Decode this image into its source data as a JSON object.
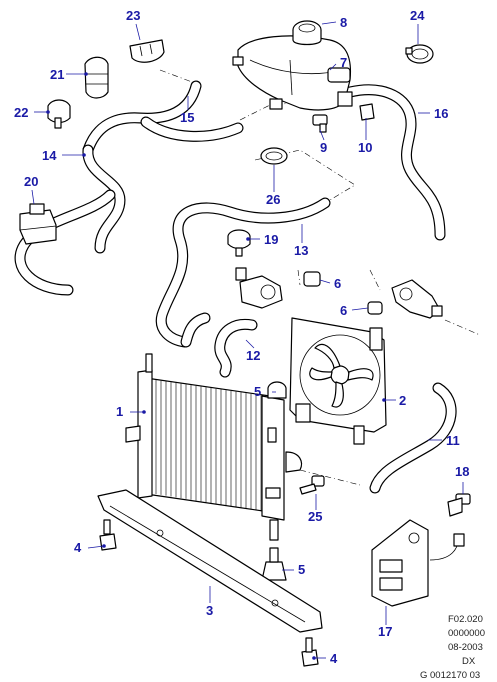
{
  "callouts": {
    "c1": "1",
    "c2": "2",
    "c3": "3",
    "c4a": "4",
    "c4b": "4",
    "c5a": "5",
    "c5b": "5",
    "c6a": "6",
    "c6b": "6",
    "c7": "7",
    "c8": "8",
    "c9": "9",
    "c10": "10",
    "c11": "11",
    "c12": "12",
    "c13": "13",
    "c14": "14",
    "c15": "15",
    "c16": "16",
    "c17": "17",
    "c18": "18",
    "c19": "19",
    "c20": "20",
    "c21": "21",
    "c22": "22",
    "c23": "23",
    "c24": "24",
    "c25": "25",
    "c26": "26"
  },
  "meta": {
    "line1": "F02.020",
    "line2": "0000000",
    "line3": "08-2003",
    "line4": "DX",
    "line5": "G 0012170 03"
  },
  "colors": {
    "callout": "#1a1aa6",
    "line_art": "#000000",
    "background": "#ffffff"
  }
}
